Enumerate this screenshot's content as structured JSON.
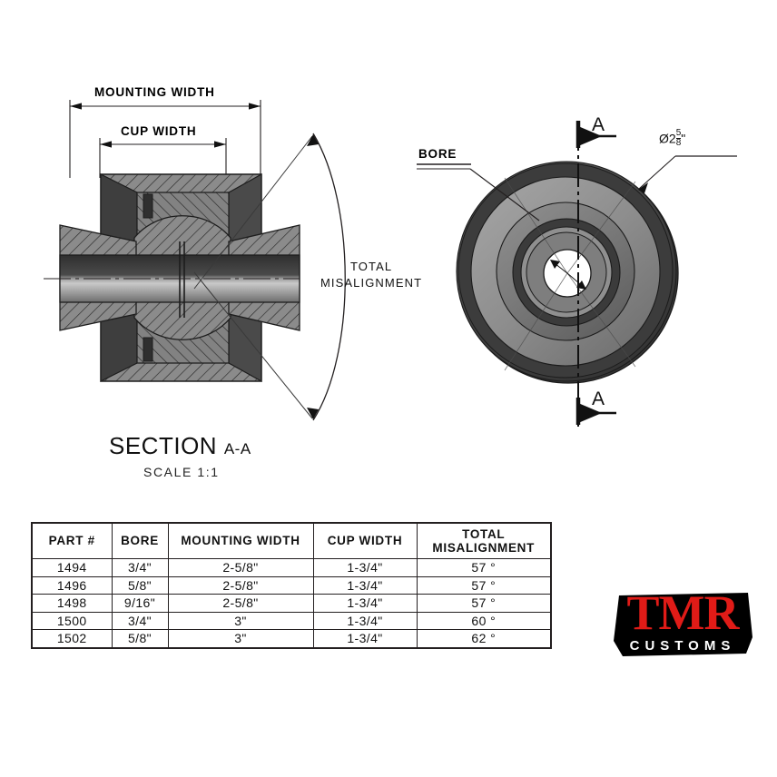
{
  "drawing": {
    "section_title": "SECTION",
    "section_ref": "A-A",
    "scale_label": "SCALE 1:1",
    "labels": {
      "mounting_width": "MOUNTING WIDTH",
      "cup_width": "CUP WIDTH",
      "total_misalignment_line1": "TOTAL",
      "total_misalignment_line2": "MISALIGNMENT",
      "bore": "BORE",
      "section_marker_top": "A",
      "section_marker_bottom": "A",
      "outer_diameter_symbol": "Ø2",
      "outer_diameter_num": "5",
      "outer_diameter_den": "8",
      "outer_diameter_unit": "\""
    }
  },
  "table": {
    "headers": [
      "PART #",
      "BORE",
      "MOUNTING WIDTH",
      "CUP WIDTH",
      "TOTAL MISALIGNMENT"
    ],
    "header_total_line1": "TOTAL",
    "header_total_line2": "MISALIGNMENT",
    "rows": [
      {
        "part": "1494",
        "bore": "3/4\"",
        "mounting_width": "2-5/8\"",
        "cup_width": "1-3/4\"",
        "total_misalignment": "57 °"
      },
      {
        "part": "1496",
        "bore": "5/8\"",
        "mounting_width": "2-5/8\"",
        "cup_width": "1-3/4\"",
        "total_misalignment": "57 °"
      },
      {
        "part": "1498",
        "bore": "9/16\"",
        "mounting_width": "2-5/8\"",
        "cup_width": "1-3/4\"",
        "total_misalignment": "57 °"
      },
      {
        "part": "1500",
        "bore": "3/4\"",
        "mounting_width": "3\"",
        "cup_width": "1-3/4\"",
        "total_misalignment": "60 °"
      },
      {
        "part": "1502",
        "bore": "5/8\"",
        "mounting_width": "3\"",
        "cup_width": "1-3/4\"",
        "total_misalignment": "62 °"
      }
    ]
  },
  "logo": {
    "brand": "TMR",
    "tagline": "CUSTOMS",
    "brand_color": "#e01b17",
    "outline_color": "#000000"
  },
  "colors": {
    "line": "#231f20",
    "metal_light": "#9a9a9a",
    "metal_mid": "#7d7d7d",
    "metal_dark": "#555555",
    "metal_darker": "#3a3a3a"
  }
}
